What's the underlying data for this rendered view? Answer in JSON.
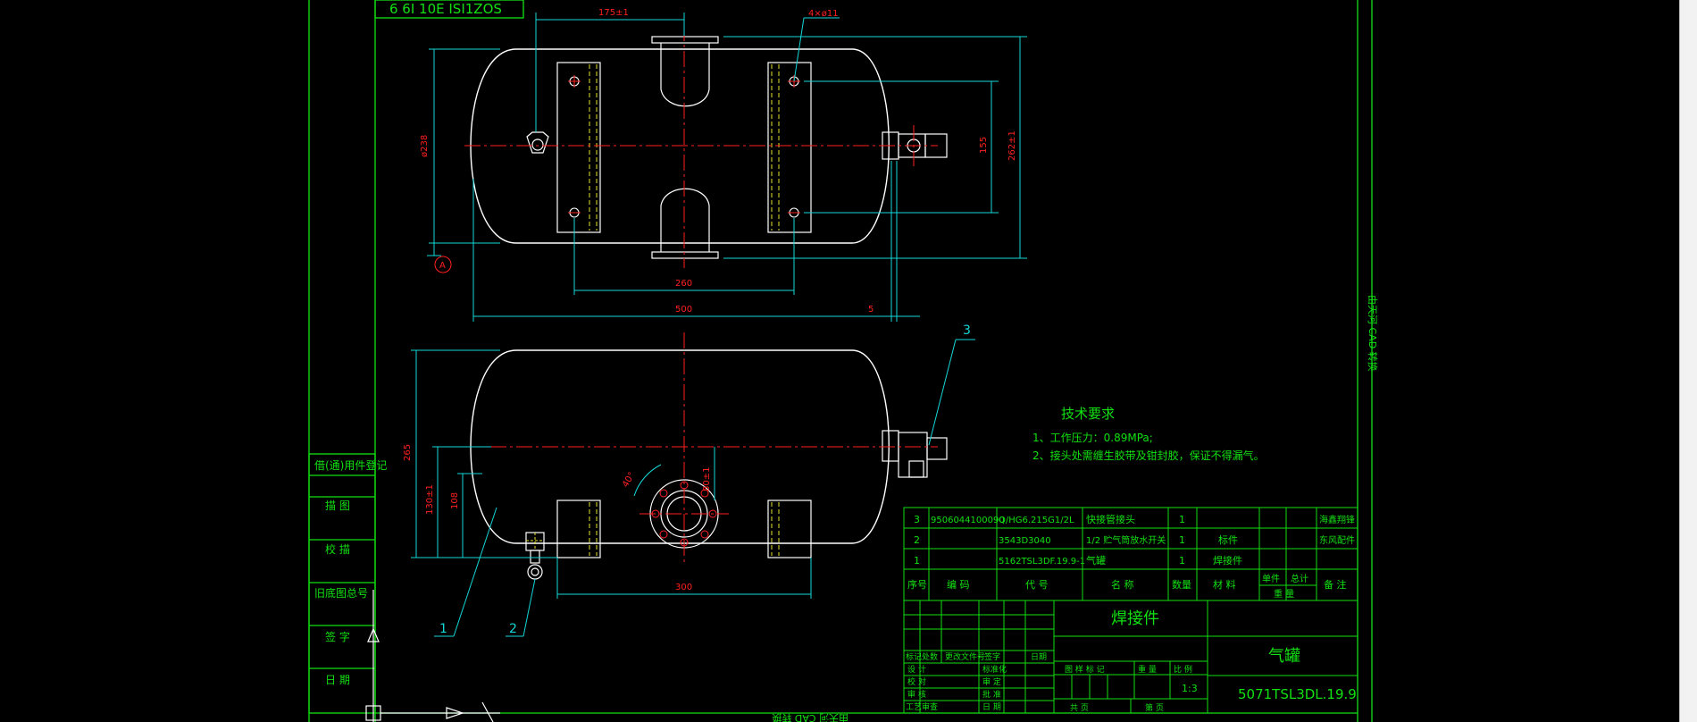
{
  "palette": {
    "frame": "#12e012",
    "outline": "#ffffff",
    "dim": "#14d7d7",
    "center": "#ff2020",
    "hidden": "#e6e62a"
  },
  "title_strip": "6 6I 10E ISI1ZOS",
  "vertical_note": "由天河 CAD 转换",
  "bottom_note": "由天河 CAD 转换",
  "dims": {
    "top_width": "175±1",
    "holes": "4×ø11",
    "dia": "ø238",
    "span155": "155",
    "height262": "262±1",
    "holes260": "260",
    "len500": "500",
    "len5": "5",
    "h265": "265",
    "h130": "130±1",
    "h108": "108",
    "angle": "40°",
    "h80": "80±1",
    "w300": "300"
  },
  "datum": "A",
  "balloons": {
    "b1": "1",
    "b2": "2",
    "b3": "3"
  },
  "tech": {
    "title": "技术要求",
    "line1": "1、工作压力：0.89MPa;",
    "line2": "2、接头处需缠生胶带及钳封胶，保证不得漏气。"
  },
  "left_block": [
    "借(通)用件登记",
    "描 图",
    "校 描",
    "旧底图总号",
    "签 字",
    "日 期"
  ],
  "bom_rows": [
    {
      "no": "3",
      "code": "9506044100090",
      "ref": "Q/HG6.215G1/2L",
      "name": "快接管接头",
      "qty": "1",
      "mat": "",
      "remark": "海鑫翔锋"
    },
    {
      "no": "2",
      "code": "",
      "ref": "3543D3040",
      "name": "1/2 贮气筒放水开关",
      "qty": "1",
      "mat": "标件",
      "remark": "东风配件"
    },
    {
      "no": "1",
      "code": "",
      "ref": "5162TSL3DF.19.9-1",
      "name": "气罐",
      "qty": "1",
      "mat": "焊接件",
      "remark": ""
    }
  ],
  "bom_header": {
    "no": "序号",
    "code": "编 码",
    "ref": "代 号",
    "name": "名 称",
    "qty": "数量",
    "mat": "材 料",
    "unit": "单件",
    "total": "总计",
    "weight": "重 量",
    "remark": "备 注"
  },
  "title_block": {
    "welded": "焊接件",
    "name": "气罐",
    "drawing_no": "5071TSL3DL.19.9",
    "scale": "1:3",
    "stage": "图 样 标 记",
    "mass": "重 量",
    "ratio": "比 例",
    "sheets": "共    页",
    "sheet": "第    页"
  },
  "sign_rows": [
    [
      "标记",
      "处数",
      "更改文件号",
      "签字",
      "日期"
    ],
    [
      "设 计",
      "",
      "标准化",
      "",
      ""
    ],
    [
      "校 对",
      "",
      "审 定",
      "",
      ""
    ],
    [
      "审 核",
      "",
      "批 准",
      "",
      ""
    ],
    [
      "工艺审查",
      "",
      "日 期",
      "",
      ""
    ]
  ]
}
